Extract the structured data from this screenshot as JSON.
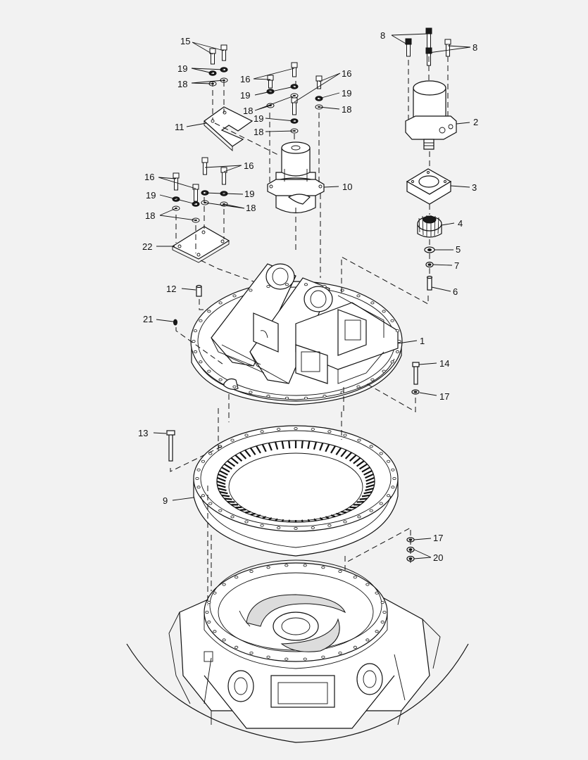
{
  "callouts": [
    {
      "id": "c1",
      "text": "1"
    },
    {
      "id": "c2",
      "text": "2"
    },
    {
      "id": "c3",
      "text": "3"
    },
    {
      "id": "c4",
      "text": "4"
    },
    {
      "id": "c5",
      "text": "5"
    },
    {
      "id": "c6",
      "text": "6"
    },
    {
      "id": "c7",
      "text": "7"
    },
    {
      "id": "c8a",
      "text": "8"
    },
    {
      "id": "c8b",
      "text": "8"
    },
    {
      "id": "c9",
      "text": "9"
    },
    {
      "id": "c10",
      "text": "10"
    },
    {
      "id": "c11",
      "text": "11"
    },
    {
      "id": "c12",
      "text": "12"
    },
    {
      "id": "c13",
      "text": "13"
    },
    {
      "id": "c14",
      "text": "14"
    },
    {
      "id": "c15",
      "text": "15"
    },
    {
      "id": "c16a",
      "text": "16"
    },
    {
      "id": "c16b",
      "text": "16"
    },
    {
      "id": "c16c",
      "text": "16"
    },
    {
      "id": "c16d",
      "text": "16"
    },
    {
      "id": "c17a",
      "text": "17"
    },
    {
      "id": "c17b",
      "text": "17"
    },
    {
      "id": "c18a",
      "text": "18"
    },
    {
      "id": "c18b",
      "text": "18"
    },
    {
      "id": "c18c",
      "text": "18"
    },
    {
      "id": "c18d",
      "text": "18"
    },
    {
      "id": "c18e",
      "text": "18"
    },
    {
      "id": "c18f",
      "text": "18"
    },
    {
      "id": "c19a",
      "text": "19"
    },
    {
      "id": "c19b",
      "text": "19"
    },
    {
      "id": "c19c",
      "text": "19"
    },
    {
      "id": "c19d",
      "text": "19"
    },
    {
      "id": "c19e",
      "text": "19"
    },
    {
      "id": "c19f",
      "text": "19"
    },
    {
      "id": "c20",
      "text": "20"
    },
    {
      "id": "c21",
      "text": "21"
    },
    {
      "id": "c22",
      "text": "22"
    }
  ]
}
